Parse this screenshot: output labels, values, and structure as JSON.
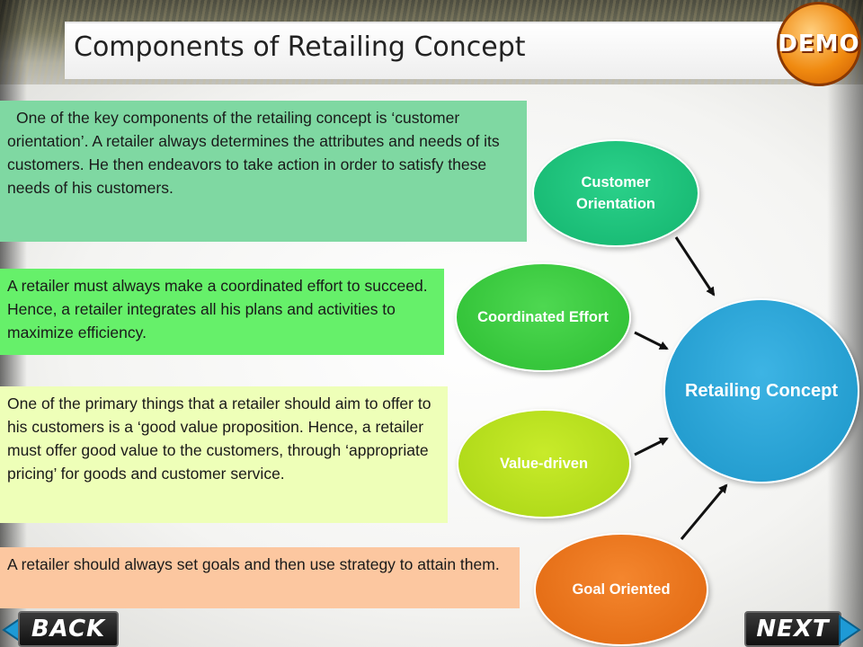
{
  "title": "Components of Retailing Concept",
  "badge": "DEMO",
  "descriptions": [
    "One of the key components of the retailing concept is ‘customer orientation’. A retailer always determines the attributes and needs of its customers. He then endeavors to take action in order to satisfy these needs of his customers.",
    "A retailer must always make a coordinated effort to succeed. Hence, a retailer integrates all his plans and activities to maximize efficiency.",
    "One of the primary things that a retailer should aim to offer to his customers is a ‘good value proposition. Hence, a retailer must offer good value to the customers, through ‘appropriate pricing’ for goods and customer service.",
    "A retailer should always set goals and then use strategy to attain them."
  ],
  "diagram": {
    "center": "Retailing Concept",
    "nodes": [
      {
        "label": "Customer Orientation",
        "color": "#13b46e"
      },
      {
        "label": "Coordinated Effort",
        "color": "#2bbd31"
      },
      {
        "label": "Value-driven",
        "color": "#a8d414"
      },
      {
        "label": "Goal Oriented",
        "color": "#e0660e"
      }
    ],
    "center_color": "#1b95c8"
  },
  "nav": {
    "back": "BACK",
    "next": "NEXT"
  }
}
